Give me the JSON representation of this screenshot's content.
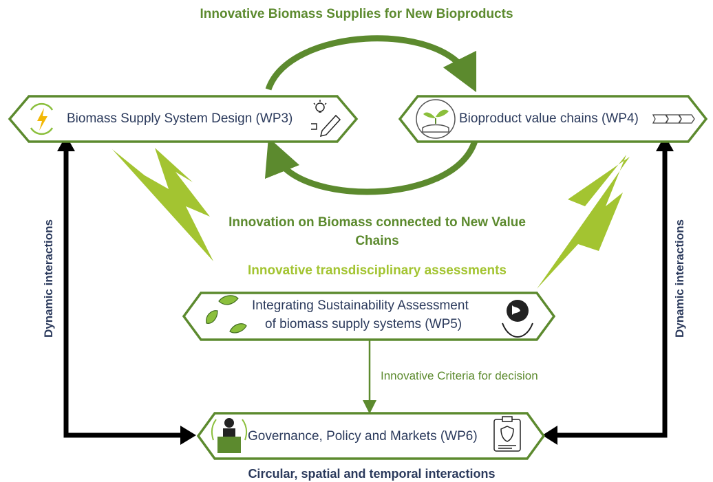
{
  "headings": {
    "top": "Innovative Biomass Supplies for New Bioproducts",
    "middle_line1": "Innovation on Biomass connected to New Value",
    "middle_line2": "Chains",
    "assessments": "Innovative transdisciplinary assessments",
    "bottom": "Circular, spatial and temporal interactions"
  },
  "boxes": {
    "wp3": "Biomass Supply System Design (WP3)",
    "wp4": "Bioproduct value chains (WP4)",
    "wp5_line1": "Integrating Sustainability Assessment",
    "wp5_line2": "of biomass supply systems (WP5)",
    "wp6": "Governance, Policy and Markets (WP6)"
  },
  "side_labels": {
    "left": "Dynamic interactions",
    "right": "Dynamic interactions"
  },
  "connector_label": "Innovative Criteria for decision",
  "icons": {
    "wp3_left": "lightning-cycle-icon",
    "wp3_right": "lightbulb-pencil-icon",
    "wp4_left": "hand-plant-icon",
    "wp4_right": "chevron-steps-icon",
    "wp5_left": "recycle-leaves-icon",
    "wp5_right": "hands-globe-icon",
    "wp6_left": "person-laptop-icon",
    "wp6_right": "clipboard-shield-icon"
  },
  "colors": {
    "box_border": "#5c8a2e",
    "dark_green": "#5c8a2e",
    "lime": "#a3c431",
    "navy": "#2b3a5c",
    "arrow_black": "#000000"
  }
}
